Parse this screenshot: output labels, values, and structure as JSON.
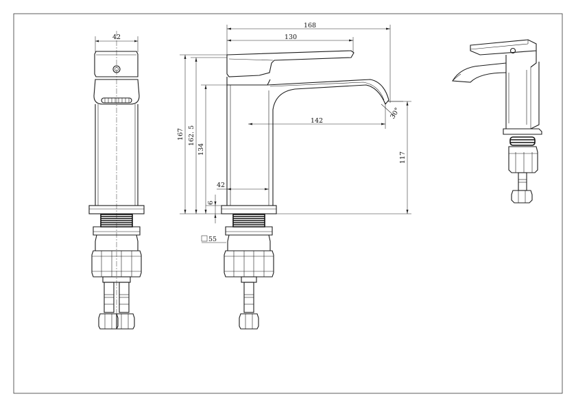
{
  "dimensions": {
    "side_width": "42",
    "overall_length": "168",
    "handle_length": "130",
    "overall_height": "167",
    "height_162": "162. 5",
    "body_height": "134",
    "base_height": "6",
    "spout_reach": "142",
    "spout_height": "117",
    "body_width": "42",
    "spout_angle": "30°",
    "base_square": "55"
  },
  "colors": {
    "line": "#1a1a1a",
    "background": "#ffffff"
  },
  "icons": {
    "square_marker": "square-symbol-icon"
  }
}
